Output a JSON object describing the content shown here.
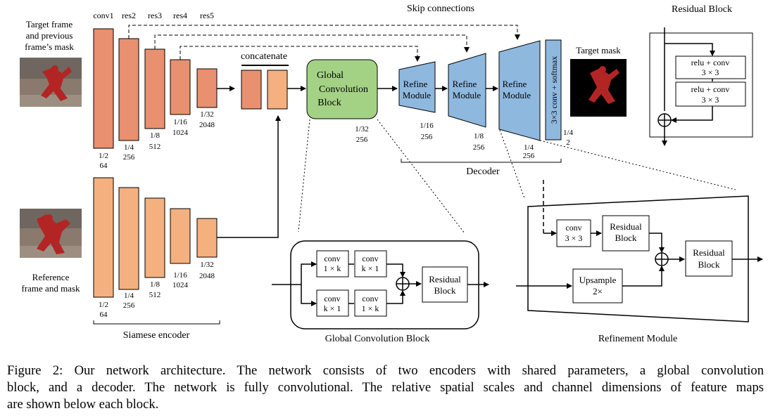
{
  "encoder_top": {
    "input_label": [
      "Target frame",
      "and previous",
      "frame’s mask"
    ],
    "stage_names": [
      "conv1",
      "res2",
      "res3",
      "res4",
      "res5"
    ],
    "scales": [
      [
        "1/2",
        "64"
      ],
      [
        "1/4",
        "256"
      ],
      [
        "1/8",
        "512"
      ],
      [
        "1/16",
        "1024"
      ],
      [
        "1/32",
        "2048"
      ]
    ]
  },
  "encoder_bottom": {
    "input_label": [
      "Reference",
      "frame and mask"
    ],
    "scales": [
      [
        "1/2",
        "64"
      ],
      [
        "1/4",
        "256"
      ],
      [
        "1/8",
        "512"
      ],
      [
        "1/16",
        "1024"
      ],
      [
        "1/32",
        "2048"
      ]
    ],
    "bracket_label": "Siamese encoder"
  },
  "concatenate_label": "concatenate",
  "gcb": {
    "label": [
      "Global",
      "Convolution",
      "Block"
    ],
    "scale": [
      "1/32",
      "256"
    ]
  },
  "skip_connections_label": "Skip connections",
  "decoder": {
    "refine_label": [
      "Refine",
      "Module"
    ],
    "refine_scales": [
      [
        "1/16",
        "256"
      ],
      [
        "1/8",
        "256"
      ],
      [
        "1/4",
        "256"
      ]
    ],
    "final_conv_label": "3×3 conv + softmax",
    "final_scale": [
      "1/4",
      "2"
    ],
    "bracket_label": "Decoder"
  },
  "target_mask_label": "Target mask",
  "residual_block": {
    "title": "Residual Block",
    "units": [
      [
        "relu + conv",
        "3 × 3"
      ],
      [
        "relu + conv",
        "3 × 3"
      ]
    ]
  },
  "gcb_detail": {
    "branch_top": [
      [
        "conv",
        "1 × k"
      ],
      [
        "conv",
        "k × 1"
      ]
    ],
    "branch_bottom": [
      [
        "conv",
        "k × 1"
      ],
      [
        "conv",
        "1 × k"
      ]
    ],
    "residual_label": [
      "Residual",
      "Block"
    ],
    "title": "Global Convolution Block"
  },
  "refinement_detail": {
    "conv_label": [
      "conv",
      "3 × 3"
    ],
    "residual_label": [
      "Residual",
      "Block"
    ],
    "upsample_label": [
      "Upsample",
      "2×"
    ],
    "residual_out_label": [
      "Residual",
      "Block"
    ],
    "title": "Refinement Module"
  },
  "caption": [
    "Figure 2: Our network architecture.  The network consists of two encoders with shared parameters, a global convolution",
    "block, and a decoder. The network is fully convolutional. The relative spatial scales and channel dimensions of feature maps",
    "are shown below each block."
  ],
  "colors": {
    "encoder_top": "#e8906f",
    "encoder_bottom": "#f4b07e",
    "gcb": "#a3d284",
    "refine": "#8fb8df",
    "photo_background": "#8a7a6e",
    "mask_red": "#b32525"
  }
}
